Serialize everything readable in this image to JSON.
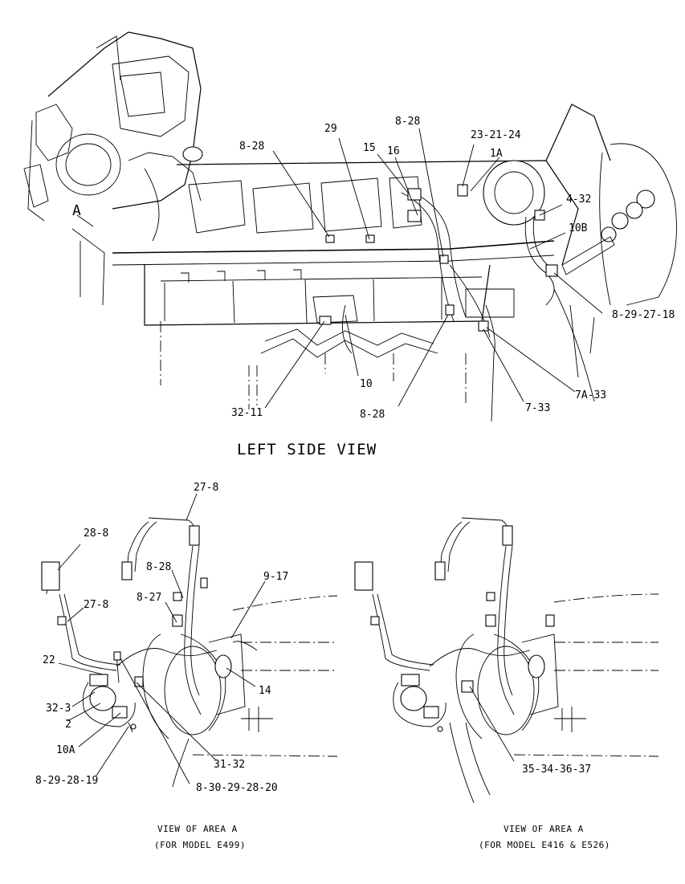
{
  "main_view": {
    "title": "LEFT SIDE VIEW",
    "labels": [
      "29",
      "8-28",
      "8-28",
      "15",
      "16",
      "23-21-24",
      "1A",
      "4-32",
      "10B",
      "8-29-27-18",
      "7A-33",
      "7-33",
      "10",
      "32-11",
      "8-28",
      "A"
    ]
  },
  "detail_left": {
    "caption_line1": "VIEW OF AREA A",
    "caption_line2": "(FOR MODEL E499)",
    "labels": [
      "27-8",
      "28-8",
      "8-28",
      "8-27",
      "9-17",
      "27-8",
      "22",
      "32-3",
      "2",
      "10A",
      "8-29-28-19",
      "31-32",
      "8-30-29-28-20",
      "14"
    ]
  },
  "detail_right": {
    "caption_line1": "VIEW OF AREA A",
    "caption_line2": "(FOR MODEL E416 & E526)",
    "labels": [
      "35-34-36-37"
    ]
  }
}
